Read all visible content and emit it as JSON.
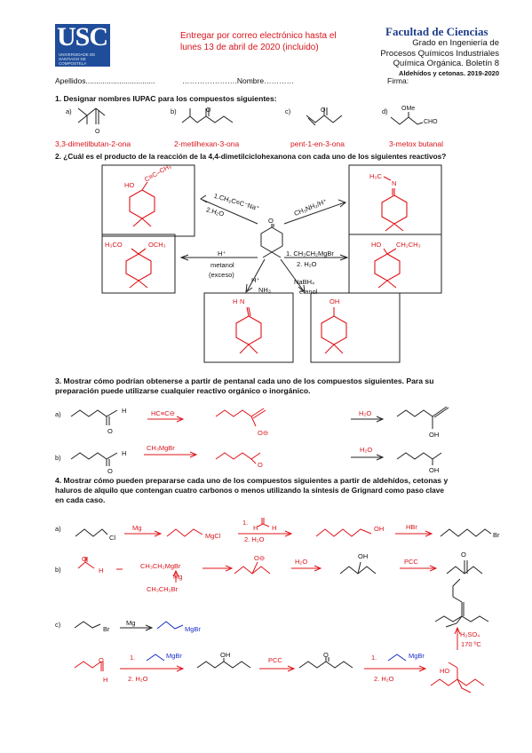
{
  "header": {
    "logo_text": "USC",
    "logo_subtitle": "UNIVERSIDADE DE SANTIAGO DE COMPOSTELA",
    "deadline_line1": "Entregar por correo electrónico hasta el",
    "deadline_line2": "lunes 13 de abril de 2020 (incluido)",
    "faculty": "Facultad de Ciencias",
    "degree_line1": "Grado en Ingeniería de",
    "degree_line2": "Procesos Químicos Industriales",
    "subject": "Química Orgánica. Boletín 8",
    "topic": "Aldehídos y cetonas. 2019-2020",
    "apellidos": "Apellidos.................................",
    "nombre": "………………….Nombre…………",
    "firma": "Firma:"
  },
  "q1": {
    "text": "1. Designar nombres IUPAC para los compuestos siguientes:",
    "labels": [
      "a)",
      "b)",
      "c)",
      "d)"
    ],
    "answers": [
      "3,3-dimetilbutan-2-ona",
      "2-metilhexan-3-ona",
      "pent-1-en-3-ona",
      "3-metox butanal"
    ],
    "atoms": {
      "o": "O",
      "ome": "OMe",
      "cho": "CHO"
    }
  },
  "q2": {
    "text": "2. ¿Cuál es el producto de la reacción de la 4,4-dimetilciclohexanona con cada uno de los siguientes reactivos?",
    "reagent_topleft_1": "1.CH₃C≡C⁻Na⁺",
    "reagent_topleft_2": "2.H₂O",
    "reagent_topright": "CH₃NH₂/H⁺",
    "reagent_midright_1": "1. CH₃CH₂MgBr",
    "reagent_midright_2": "2. H₂O",
    "reagent_midleft_1": "H⁺",
    "reagent_midleft_2": "metanol",
    "reagent_midleft_3": "(exceso)",
    "reagent_botleft_1": "H⁺",
    "reagent_botleft_2": "NH₃",
    "reagent_botright_1": "NaBH₄",
    "reagent_botright_2": "etanol",
    "prod_alkyne_ho": "HO",
    "prod_alkyne_side": "C≡C–CH₃",
    "prod_imine": "H₃C",
    "prod_imine_n": "N",
    "prod_acetal_1": "H₃CO",
    "prod_acetal_2": "OCH₃",
    "prod_alcohol_ho": "HO",
    "prod_alcohol_side": "CH₂CH₃",
    "prod_nh_n": "N",
    "prod_nh_h": "H",
    "prod_oh": "OH",
    "center_o": "O"
  },
  "q3": {
    "text1": "3. Mostrar cómo podrían obtenerse a partir de pentanal cada uno de los compuestos siguientes. Para su",
    "text2": "preparación puede utilizarse cualquier reactivo orgánico o inorgánico.",
    "a_label": "a)",
    "b_label": "b)",
    "a_reagent": "HC≡C⊖",
    "a_water": "H₂O",
    "b_reagent": "CH₃MgBr",
    "b_water": "H₂O",
    "h": "H",
    "o": "O",
    "o_minus": "O⊖",
    "oh": "OH"
  },
  "q4": {
    "text1": "4. Mostrar cómo pueden prepararse cada uno de los compuestos siguientes a partir de aldehídos, cetonas y",
    "text2": "haluros de alquilo que contengan cuatro carbonos o menos utilizando la síntesis de Grignard como paso clave",
    "text3": "en cada caso.",
    "a_label": "a)",
    "b_label": "b)",
    "c_label": "c)",
    "a_cl": "Cl",
    "a_mg": "Mg",
    "a_mgcl": "MgCl",
    "a_step1": "1.",
    "a_step2": "2. H₂O",
    "a_oh": "OH",
    "a_hbr": "HBr",
    "a_br": "Br",
    "b_grignard": "CH₃CH₂MgBr",
    "b_mg": "Mg",
    "b_ethylbr": "CH₃CH₂Br",
    "b_h2o": "H₂O",
    "b_pcc": "PCC",
    "c_br": "Br",
    "c_mg": "Mg",
    "c_mgbr": "MgBr",
    "c_step1": "1.",
    "c_step2": "2. H₂O",
    "c_pcc": "PCC",
    "c_h2so4": "H₂SO₄",
    "c_temp": "170 ºC",
    "c_ho": "HO"
  }
}
